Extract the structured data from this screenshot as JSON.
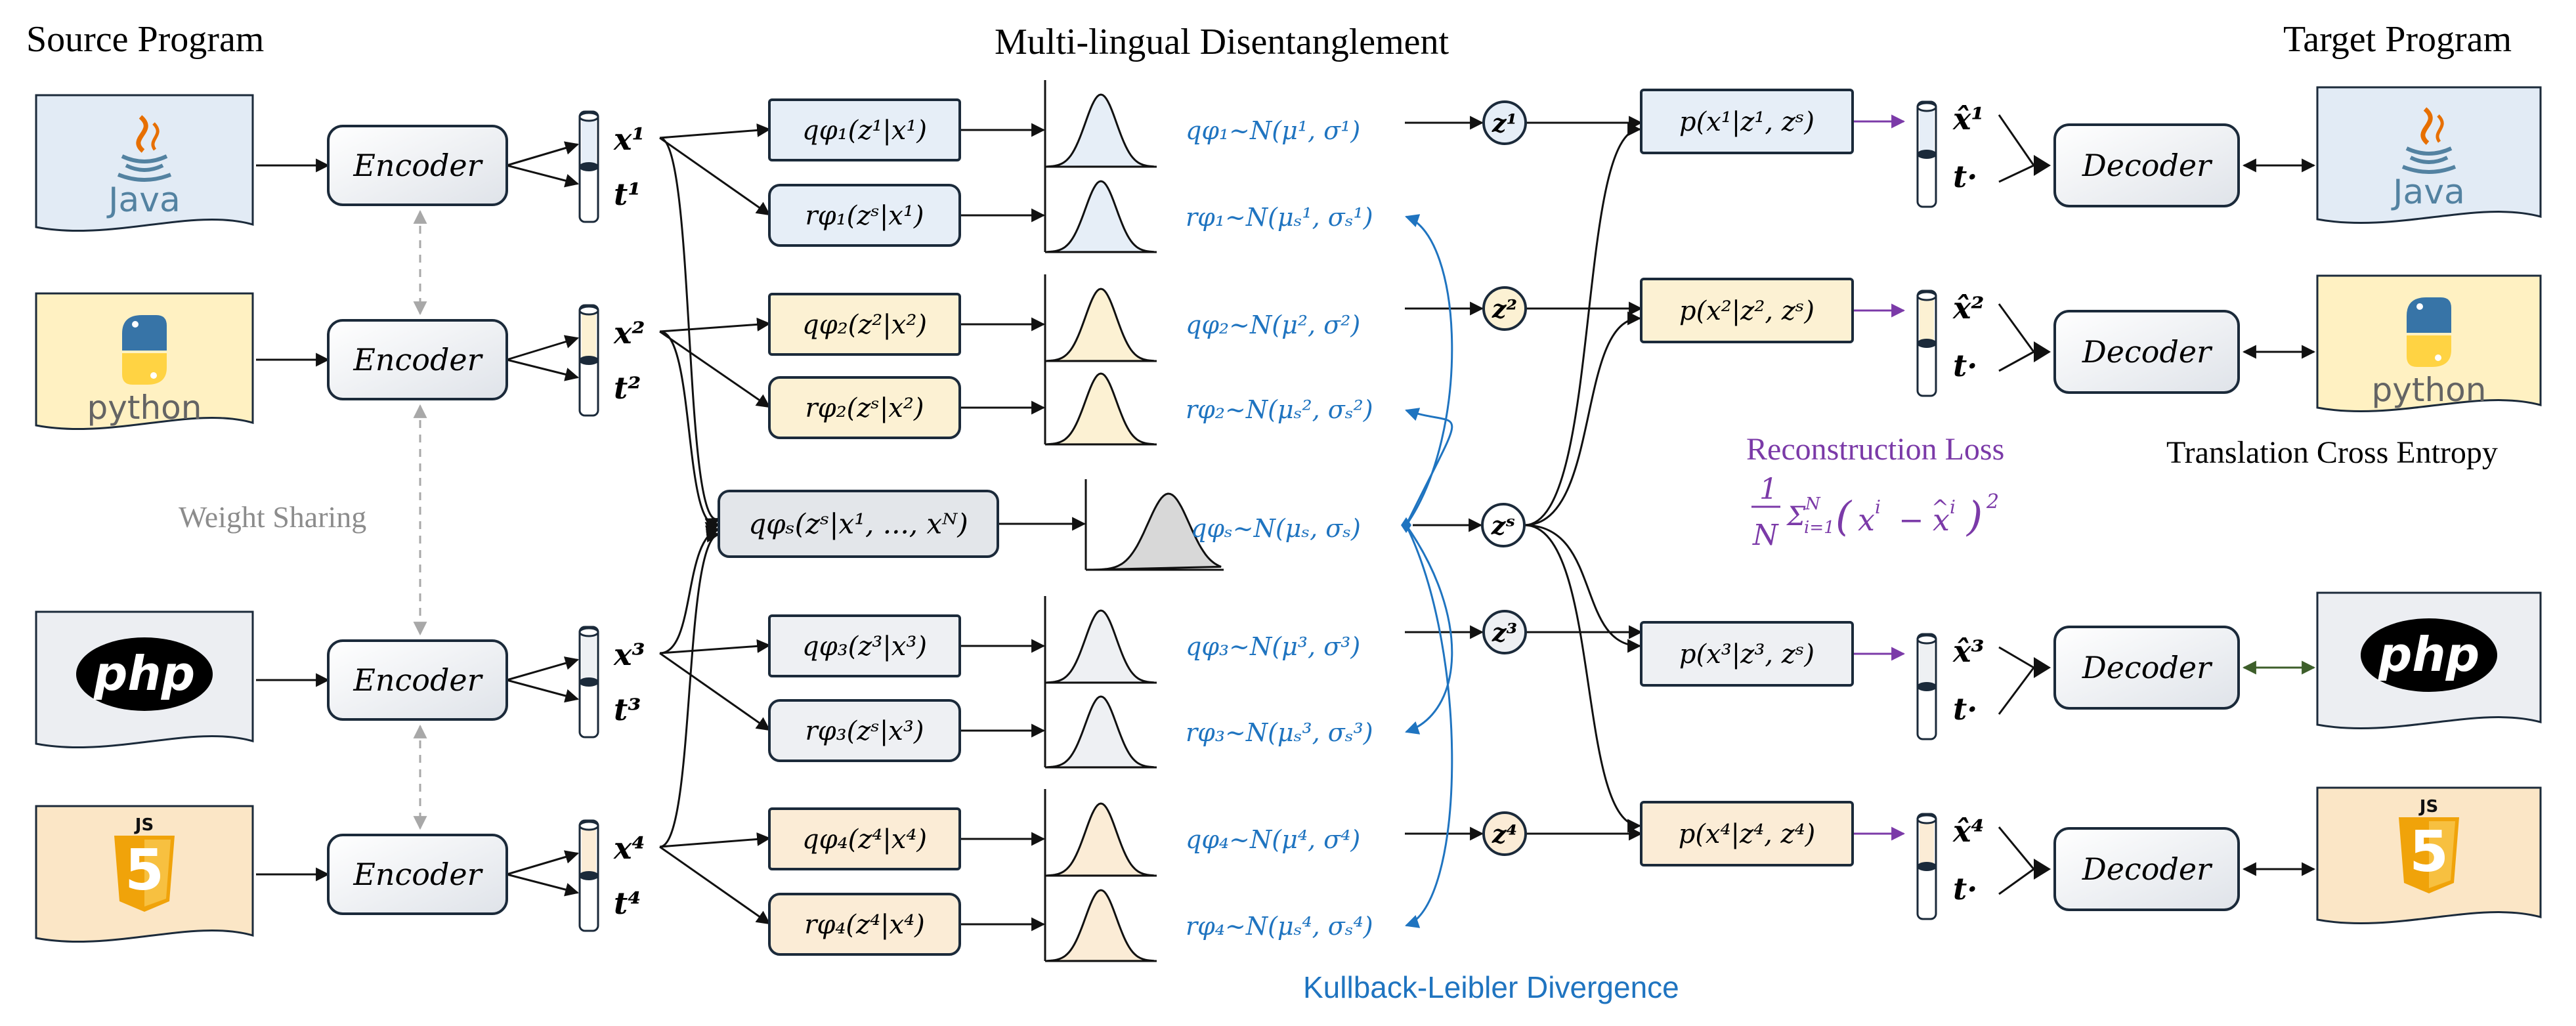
{
  "headers": {
    "source": "Source Program",
    "middle": "Multi-lingual Disentanglement",
    "target": "Target Program"
  },
  "encoder_label": "Encoder",
  "decoder_label": "Decoder",
  "weight_sharing": "Weight Sharing",
  "kl_label": "Kullback-Leibler Divergence",
  "translation_label": "Translation Cross Entropy",
  "reconstruction": {
    "title": "Reconstruction Loss",
    "formula_frac": "1/N",
    "formula_body": "Σ_{i=1}^{N} ( x^i − x̂^i )^2"
  },
  "languages": [
    {
      "name": "Java",
      "logo": "java-logo",
      "color": "#e2ebf5"
    },
    {
      "name": "python",
      "logo": "python-logo",
      "color": "#fff1c2"
    },
    {
      "name": "php",
      "logo": "php-logo",
      "color": "#eceef2"
    },
    {
      "name": "JS",
      "logo": "javascript-logo",
      "color": "#fbe6c6"
    }
  ],
  "rows": [
    {
      "x": "x¹",
      "t": "t¹",
      "q": "qφ₁(z¹|x¹)",
      "r": "rφ₁(zˢ|x¹)",
      "qd": "qφ₁~N(μ¹, σ¹)",
      "rd": "rφ₁~N(μₛ¹, σₛ¹)",
      "z": "z¹",
      "p": "p(x¹|z¹, zˢ)",
      "xh": "x̂¹",
      "th": "t·",
      "fill": "#e6eef7"
    },
    {
      "x": "x²",
      "t": "t²",
      "q": "qφ₂(z²|x²)",
      "r": "rφ₂(zˢ|x²)",
      "qd": "qφ₂~N(μ², σ²)",
      "rd": "rφ₂~N(μₛ², σₛ²)",
      "z": "z²",
      "p": "p(x²|z², zˢ)",
      "xh": "x̂²",
      "th": "t·",
      "fill": "#fcf1d3"
    },
    {
      "x": "x³",
      "t": "t³",
      "q": "qφ₃(z³|x³)",
      "r": "rφ₃(zˢ|x³)",
      "qd": "qφ₃~N(μ³, σ³)",
      "rd": "rφ₃~N(μₛ³, σₛ³)",
      "z": "z³",
      "p": "p(x³|z³, zˢ)",
      "xh": "x̂³",
      "th": "t·",
      "fill": "#eef0f3"
    },
    {
      "x": "x⁴",
      "t": "t⁴",
      "q": "qφ₄(z⁴|x⁴)",
      "r": "rφ₄(z⁴|x⁴)",
      "qd": "qφ₄~N(μ⁴, σ⁴)",
      "rd": "rφ₄~N(μₛ⁴, σₛ⁴)",
      "z": "z⁴",
      "p": "p(x⁴|z⁴, z⁴)",
      "xh": "x̂⁴",
      "th": "t·",
      "fill": "#fbecd6"
    }
  ],
  "shared": {
    "q": "qφₛ(zˢ|x¹, ..., xᴺ)",
    "qd": "qφₛ~N(μₛ, σₛ)",
    "z": "zˢ"
  },
  "colors": {
    "kl_blue": "#1f74c0",
    "recon_purple": "#7b3aa8",
    "php_arrow": "#3d5e2a",
    "line": "#111111",
    "gray_dash": "#a8a8a8"
  }
}
